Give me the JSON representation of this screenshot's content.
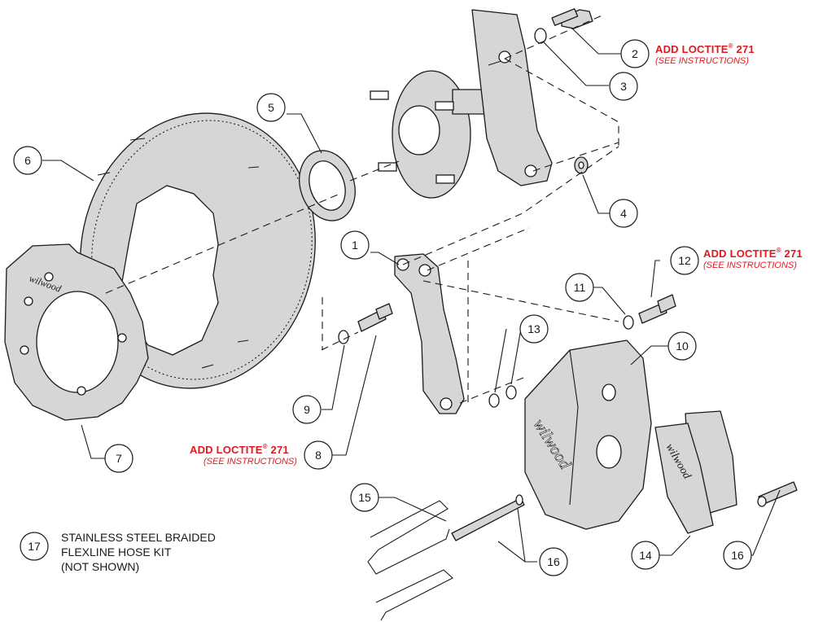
{
  "callouts": [
    {
      "id": "c1",
      "label": "1"
    },
    {
      "id": "c2",
      "label": "2"
    },
    {
      "id": "c3",
      "label": "3"
    },
    {
      "id": "c4",
      "label": "4"
    },
    {
      "id": "c5",
      "label": "5"
    },
    {
      "id": "c6",
      "label": "6"
    },
    {
      "id": "c7",
      "label": "7"
    },
    {
      "id": "c8",
      "label": "8"
    },
    {
      "id": "c9",
      "label": "9"
    },
    {
      "id": "c10",
      "label": "10"
    },
    {
      "id": "c11",
      "label": "11"
    },
    {
      "id": "c12",
      "label": "12"
    },
    {
      "id": "c13",
      "label": "13"
    },
    {
      "id": "c14",
      "label": "14"
    },
    {
      "id": "c15",
      "label": "15"
    },
    {
      "id": "c16a",
      "label": "16"
    },
    {
      "id": "c16b",
      "label": "16"
    },
    {
      "id": "c17",
      "label": "17"
    }
  ],
  "notes": {
    "loctite_title": "ADD LOCTITE",
    "loctite_reg": "®",
    "loctite_num": " 271",
    "loctite_sub": "(SEE INSTRUCTIONS)"
  },
  "footnote": {
    "line1": "STAINLESS STEEL BRAIDED",
    "line2": "FLEXLINE HOSE KIT",
    "line3": "(NOT SHOWN)"
  },
  "branding": {
    "part_logo": "wilwood"
  },
  "colors": {
    "part_fill": "#d6d6d6",
    "outline": "#1a1a1a",
    "note_red": "#e0191e"
  }
}
